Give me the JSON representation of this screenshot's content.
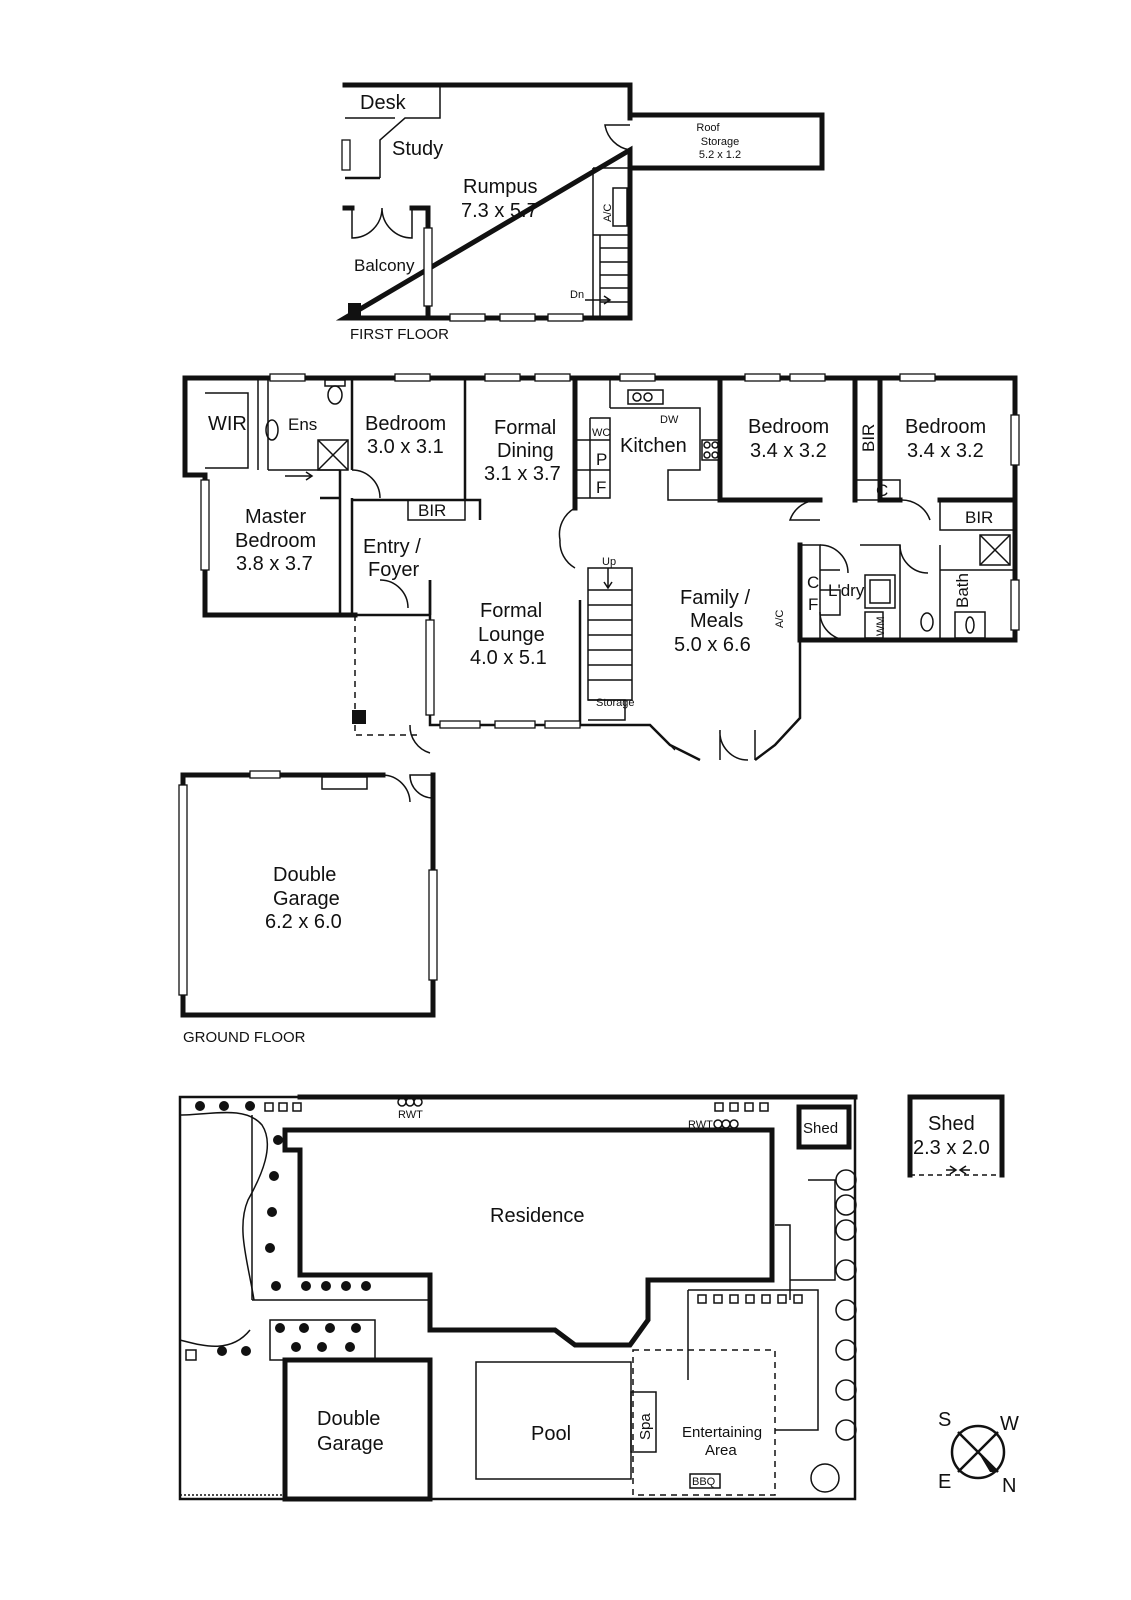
{
  "first_floor": {
    "label": "FIRST FLOOR",
    "rooms": {
      "desk": "Desk",
      "study": "Study",
      "rumpus_name": "Rumpus",
      "rumpus_dim": "7.3 x 5.7",
      "roof_storage_1": "Roof",
      "roof_storage_2": "Storage",
      "roof_storage_dim": "5.2 x 1.2",
      "ac": "A/C",
      "balcony": "Balcony",
      "stairs_down": "Dn"
    }
  },
  "ground_floor": {
    "label": "GROUND FLOOR",
    "rooms": {
      "wir": "WIR",
      "ens": "Ens",
      "bedroom_a_name": "Bedroom",
      "bedroom_a_dim": "3.0 x 3.1",
      "bir_a": "BIR",
      "formal_dining_1": "Formal",
      "formal_dining_2": "Dining",
      "formal_dining_dim": "3.1 x 3.7",
      "wc": "WC",
      "pantry": "P",
      "fridge_a": "F",
      "dw": "DW",
      "kitchen": "Kitchen",
      "bedroom_b_name": "Bedroom",
      "bedroom_b_dim": "3.4 x 3.2",
      "bir_b": "BIR",
      "bedroom_c_name": "Bedroom",
      "bedroom_c_dim": "3.4 x 3.2",
      "linen_c": "C",
      "bir_c": "BIR",
      "master_1": "Master",
      "master_2": "Bedroom",
      "master_dim": "3.8 x 3.7",
      "entry_1": "Entry /",
      "entry_2": "Foyer",
      "stairs_up": "Up",
      "formal_lounge_1": "Formal",
      "formal_lounge_2": "Lounge",
      "formal_lounge_dim": "4.0 x 5.1",
      "storage": "Storage",
      "family_1": "Family /",
      "family_2": "Meals",
      "family_dim": "5.0 x 6.6",
      "ac": "A/C",
      "cupboard_c": "C",
      "cupboard_f": "F",
      "laundry": "L'dry",
      "wm": "WM",
      "bath": "Bath",
      "garage_1": "Double",
      "garage_2": "Garage",
      "garage_dim": "6.2 x 6.0"
    }
  },
  "site_plan": {
    "rwt_a": "RWT",
    "rwt_b": "RWT",
    "shed": "Shed",
    "residence": "Residence",
    "double_garage_1": "Double",
    "double_garage_2": "Garage",
    "pool": "Pool",
    "spa": "Spa",
    "entertaining_1": "Entertaining",
    "entertaining_2": "Area",
    "bbq": "BBQ"
  },
  "shed_detail": {
    "name": "Shed",
    "dim": "2.3 x 2.0"
  },
  "compass": {
    "s": "S",
    "w": "W",
    "e": "E",
    "n": "N"
  }
}
